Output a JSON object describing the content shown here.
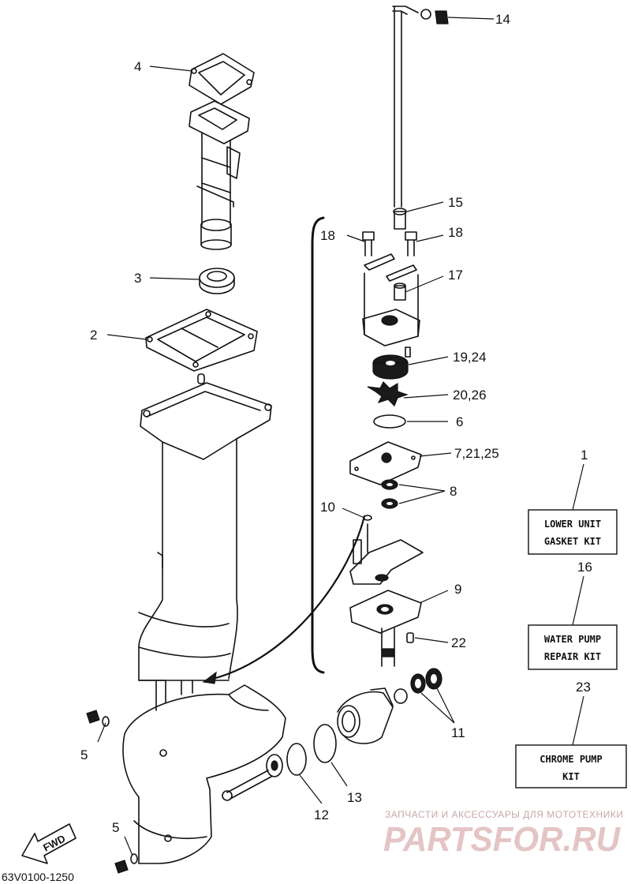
{
  "callouts": {
    "c1": "1",
    "c2": "2",
    "c3": "3",
    "c4": "4",
    "c5a": "5",
    "c5b": "5",
    "c6": "6",
    "c7": "7,21,25",
    "c8": "8",
    "c9": "9",
    "c10": "10",
    "c11": "11",
    "c12": "12",
    "c13": "13",
    "c14": "14",
    "c15": "15",
    "c16": "16",
    "c17": "17",
    "c18a": "18",
    "c18b": "18",
    "c19": "19,24",
    "c20": "20,26",
    "c22": "22",
    "c23": "23"
  },
  "kits": {
    "lower_unit": {
      "line1": "LOWER UNIT",
      "line2": "GASKET KIT"
    },
    "water_pump": {
      "line1": "WATER PUMP",
      "line2": "REPAIR KIT"
    },
    "chrome_pump": {
      "line1": "CHROME PUMP",
      "line2": "KIT"
    }
  },
  "fwd_label": "FWD",
  "diagram_code": "63V0100-1250",
  "watermark": {
    "caption": "ЗАПЧАСТИ И АКСЕССУАРЫ ДЛЯ МОТОТЕХНИКИ",
    "brand": "PARTSFOR.RU"
  },
  "colors": {
    "line": "#111111",
    "watermark": "#e4c4c4",
    "background": "#ffffff"
  }
}
